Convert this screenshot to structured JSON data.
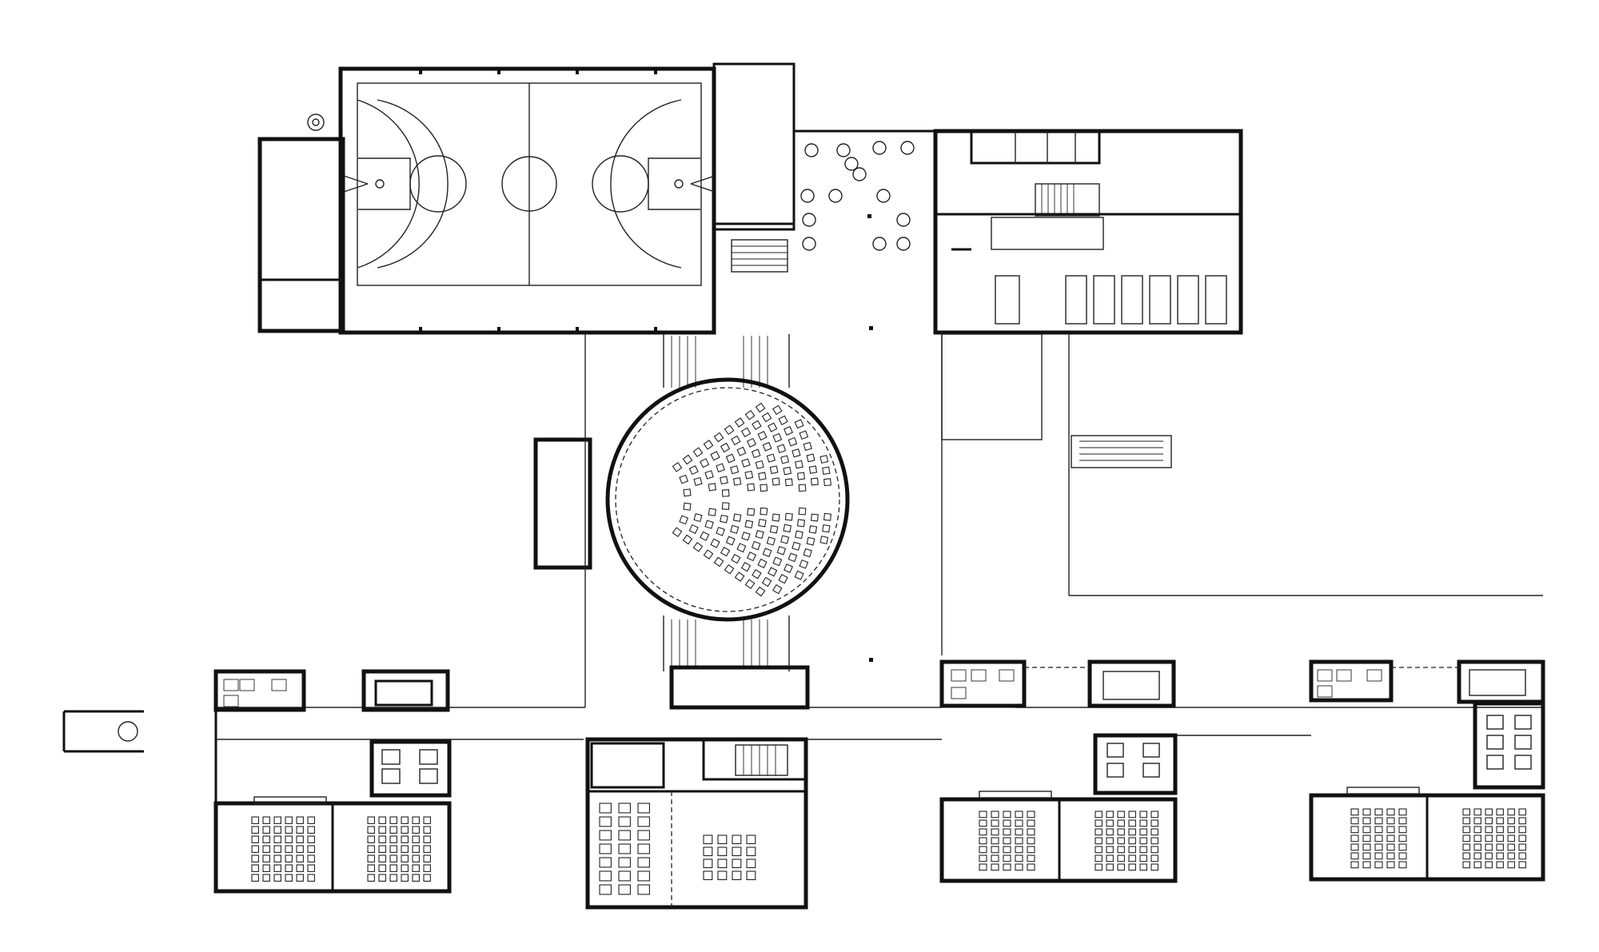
{
  "drawing": {
    "kind": "architectural floor plan",
    "style": "black line drawing on white",
    "colors": {
      "line": "#111111",
      "background": "#ffffff"
    }
  },
  "spaces": [
    {
      "id": "gymnasium",
      "kind": "sports hall with basketball court"
    },
    {
      "id": "cafeteria",
      "kind": "dining area with round tables"
    },
    {
      "id": "kitchen",
      "kind": "service and dining hall"
    },
    {
      "id": "auditorium",
      "kind": "circular auditorium with fan seating"
    },
    {
      "id": "courtyard",
      "kind": "open courtyard"
    },
    {
      "id": "west-wing",
      "kind": "classroom wing"
    },
    {
      "id": "center-wing",
      "kind": "classroom and lab wing"
    },
    {
      "id": "east-wing-a",
      "kind": "classroom wing"
    },
    {
      "id": "east-wing-b",
      "kind": "classroom wing"
    }
  ]
}
